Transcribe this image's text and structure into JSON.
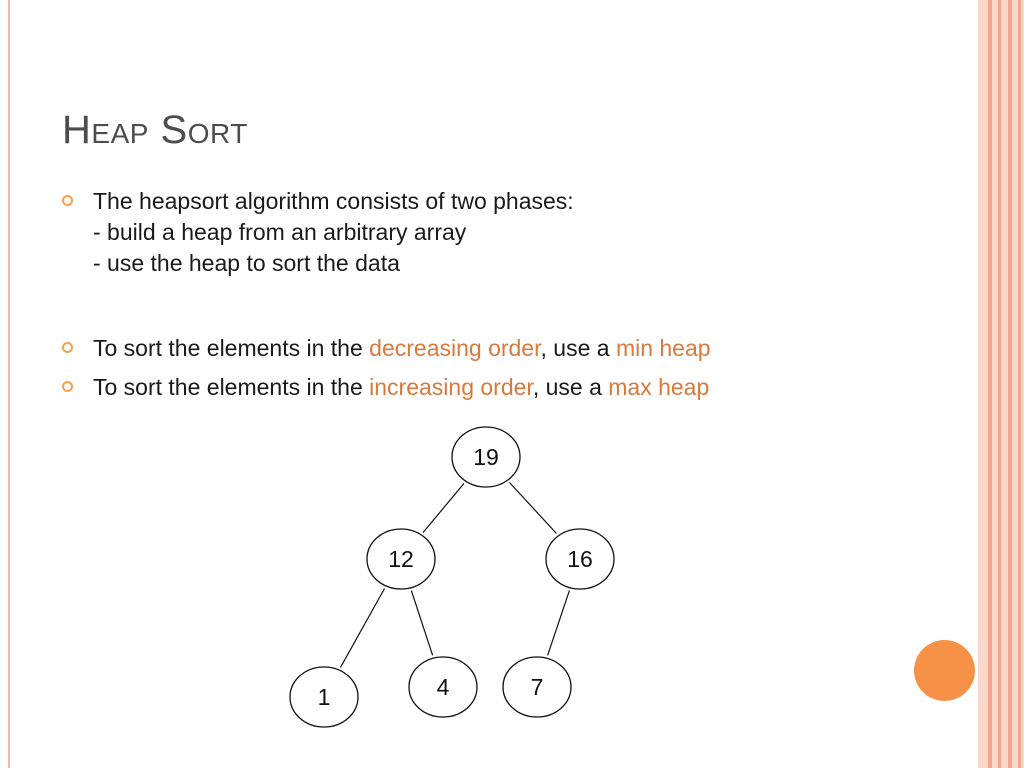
{
  "slide": {
    "title": "Heap Sort",
    "bullets": [
      {
        "lines": [
          "The heapsort algorithm consists of two phases:",
          "- build a heap from an arbitrary array",
          "- use the heap to sort the data"
        ]
      },
      {
        "segments": [
          {
            "text": "To sort the elements in the ",
            "highlight": false
          },
          {
            "text": "decreasing order",
            "highlight": true
          },
          {
            "text": ", use a ",
            "highlight": false
          },
          {
            "text": "min heap",
            "highlight": true
          }
        ]
      },
      {
        "segments": [
          {
            "text": "To sort the elements in the ",
            "highlight": false
          },
          {
            "text": "increasing order",
            "highlight": true
          },
          {
            "text": ", use a ",
            "highlight": false
          },
          {
            "text": "max heap",
            "highlight": true
          }
        ]
      }
    ]
  },
  "heap_tree": {
    "nodes": [
      {
        "id": "n19",
        "label": "19"
      },
      {
        "id": "n12",
        "label": "12"
      },
      {
        "id": "n16",
        "label": "16"
      },
      {
        "id": "n1",
        "label": "1"
      },
      {
        "id": "n4",
        "label": "4"
      },
      {
        "id": "n7",
        "label": "7"
      }
    ],
    "edges": [
      {
        "from": "n19",
        "to": "n12"
      },
      {
        "from": "n19",
        "to": "n16"
      },
      {
        "from": "n12",
        "to": "n1"
      },
      {
        "from": "n12",
        "to": "n4"
      },
      {
        "from": "n16",
        "to": "n7"
      }
    ]
  },
  "theme": {
    "accent": "#f79147",
    "highlight_text": "#d9793c",
    "bullet_marker": "#f4a24e",
    "title_color": "#4d4d4d",
    "decor_band": "#fbd8cc",
    "decor_stripe": "#f4a58c"
  }
}
